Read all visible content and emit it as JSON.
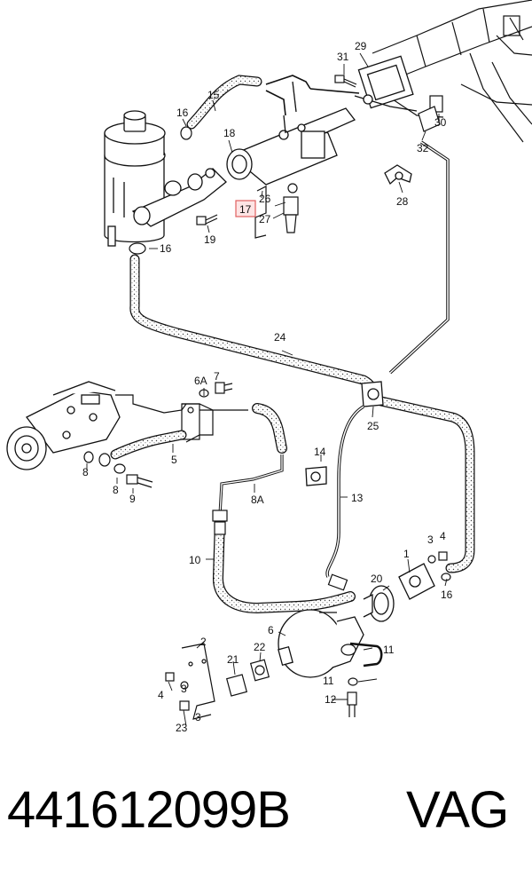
{
  "labels": {
    "l1": "1",
    "l2": "2",
    "l3a": "3",
    "l3b": "3",
    "l3c": "3",
    "l4a": "4",
    "l4b": "4",
    "l5": "5",
    "l6": "6",
    "l6a": "6A",
    "l7": "7",
    "l8a": "8",
    "l8b": "8",
    "l8c": "8A",
    "l9": "9",
    "l10": "10",
    "l11a": "11",
    "l11b": "11",
    "l12": "12",
    "l13": "13",
    "l14": "14",
    "l15": "15",
    "l16a": "16",
    "l16b": "16",
    "l16c": "16",
    "l17": "17",
    "l18": "18",
    "l19": "19",
    "l20": "20",
    "l21": "21",
    "l22": "22",
    "l23": "23",
    "l24": "24",
    "l25": "25",
    "l26": "26",
    "l27": "27",
    "l28": "28",
    "l29": "29",
    "l30": "30",
    "l31": "31",
    "l32": "32"
  },
  "highlight_color": "#e06060",
  "caption": {
    "part_number": "441612099B",
    "brand": "VAG"
  }
}
